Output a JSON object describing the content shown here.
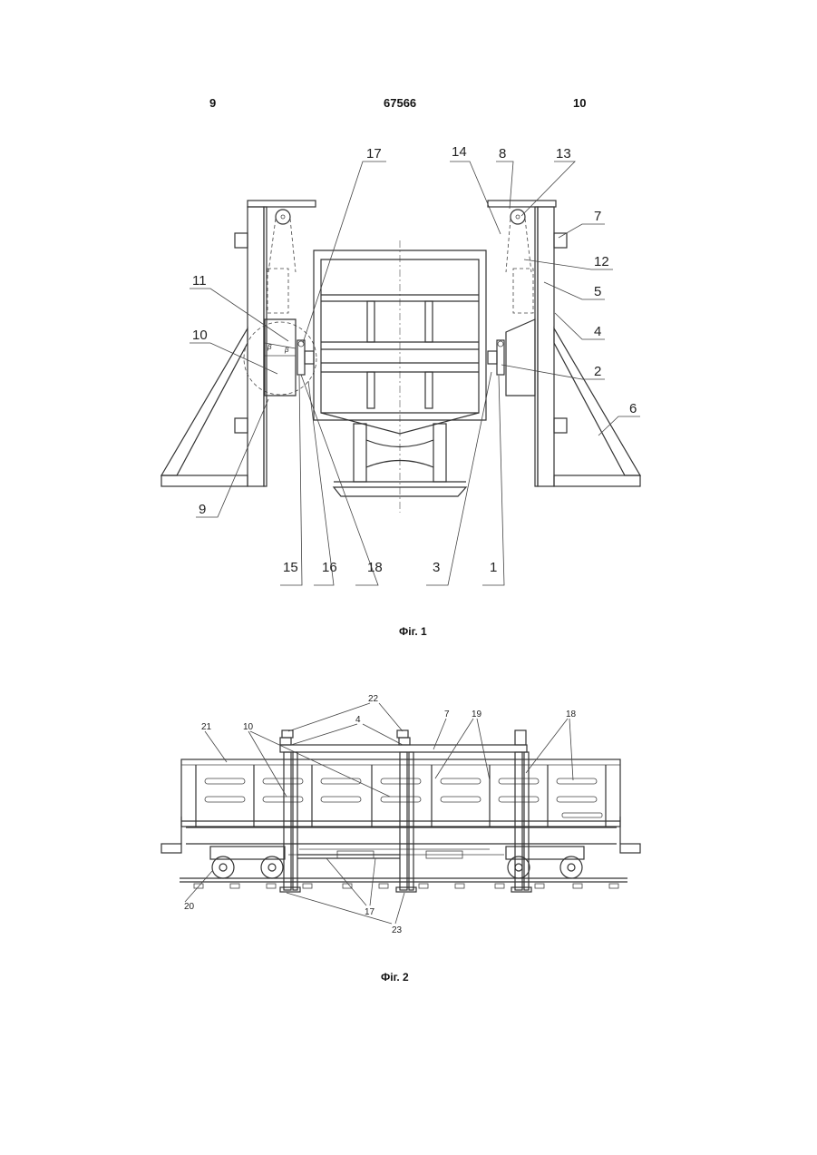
{
  "header": {
    "left_page": "9",
    "patent_number": "67566",
    "right_page": "10"
  },
  "figure1": {
    "caption": "Фіг. 1",
    "labels": {
      "l17": "17",
      "l14": "14",
      "l8": "8",
      "l13": "13",
      "l7": "7",
      "l12": "12",
      "l5": "5",
      "l4": "4",
      "l2": "2",
      "l6": "6",
      "l11": "11",
      "l10": "10",
      "l9": "9",
      "l15": "15",
      "l16": "16",
      "l18": "18",
      "l3": "3",
      "l1": "1",
      "beta": "β"
    }
  },
  "figure2": {
    "caption": "Фіг. 2",
    "labels": {
      "l22": "22",
      "l4": "4",
      "l7": "7",
      "l19": "19",
      "l18": "18",
      "l21": "21",
      "l10": "10",
      "l20": "20",
      "l17": "17",
      "l23": "23"
    }
  }
}
